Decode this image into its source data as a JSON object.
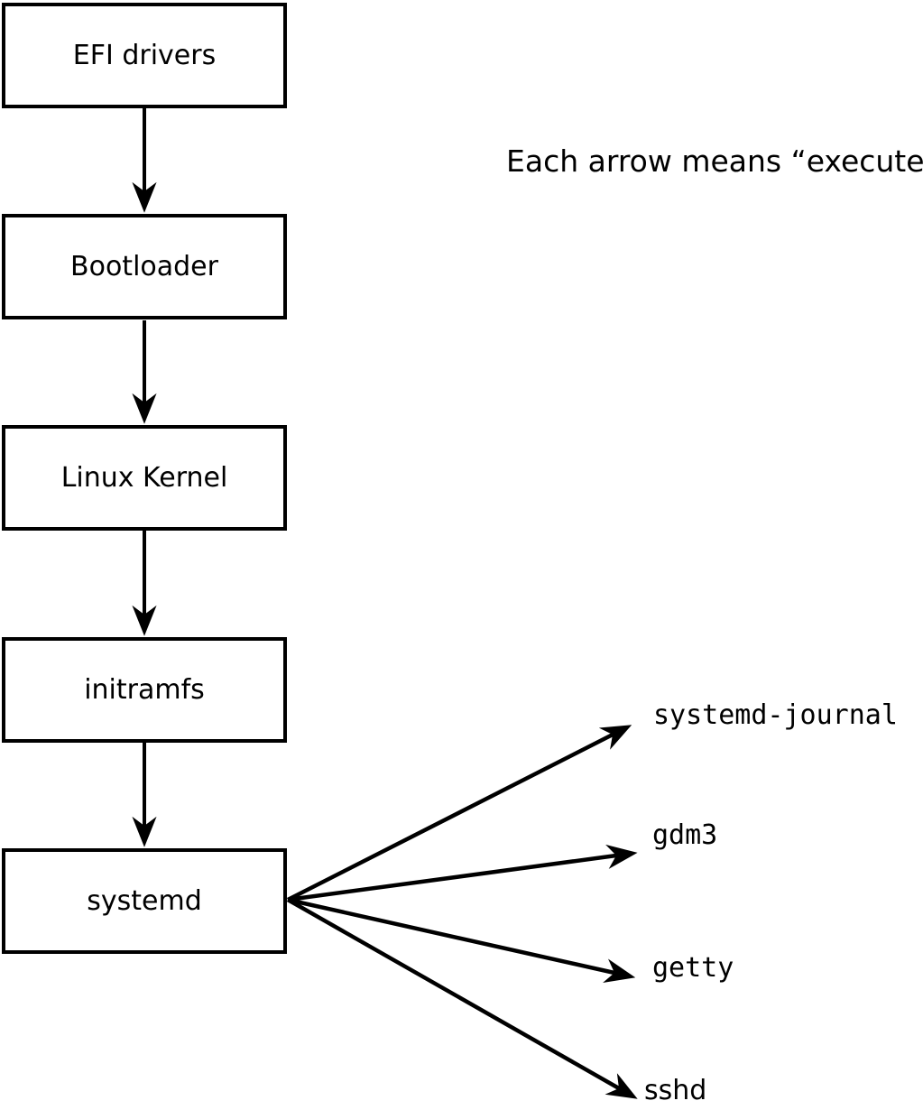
{
  "annotation": {
    "text": "Each arrow means “executes”.",
    "edge_meaning": "executes"
  },
  "chain": [
    {
      "label": "EFI drivers"
    },
    {
      "label": "Bootloader"
    },
    {
      "label": "Linux Kernel"
    },
    {
      "label": "initramfs"
    },
    {
      "label": "systemd"
    }
  ],
  "services": [
    {
      "label": "systemd-journal"
    },
    {
      "label": "gdm3"
    },
    {
      "label": "getty"
    },
    {
      "label": "sshd"
    }
  ],
  "edges": {
    "chain_sequence": [
      "EFI drivers",
      "Bootloader",
      "Linux Kernel",
      "initramfs",
      "systemd"
    ],
    "fanout_source": "systemd",
    "fanout_targets": [
      "systemd-journal",
      "gdm3",
      "getty",
      "sshd"
    ]
  },
  "colors": {
    "line": "#000000",
    "background": "#ffffff",
    "text": "#000000"
  }
}
